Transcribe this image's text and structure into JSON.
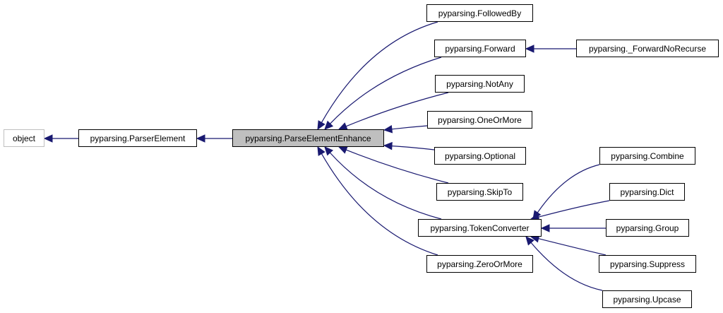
{
  "diagram": {
    "edge_color": "#191970",
    "current_fill": "#bfbfbf",
    "nodes": {
      "object": "object",
      "parser_element": "pyparsing.ParserElement",
      "parse_element_enhance": "pyparsing.ParseElementEnhance",
      "followed_by": "pyparsing.FollowedBy",
      "forward": "pyparsing.Forward",
      "forward_no_recurse": "pyparsing._ForwardNoRecurse",
      "not_any": "pyparsing.NotAny",
      "one_or_more": "pyparsing.OneOrMore",
      "optional": "pyparsing.Optional",
      "skip_to": "pyparsing.SkipTo",
      "token_converter": "pyparsing.TokenConverter",
      "zero_or_more": "pyparsing.ZeroOrMore",
      "combine": "pyparsing.Combine",
      "dict": "pyparsing.Dict",
      "group": "pyparsing.Group",
      "suppress": "pyparsing.Suppress",
      "upcase": "pyparsing.Upcase"
    }
  }
}
